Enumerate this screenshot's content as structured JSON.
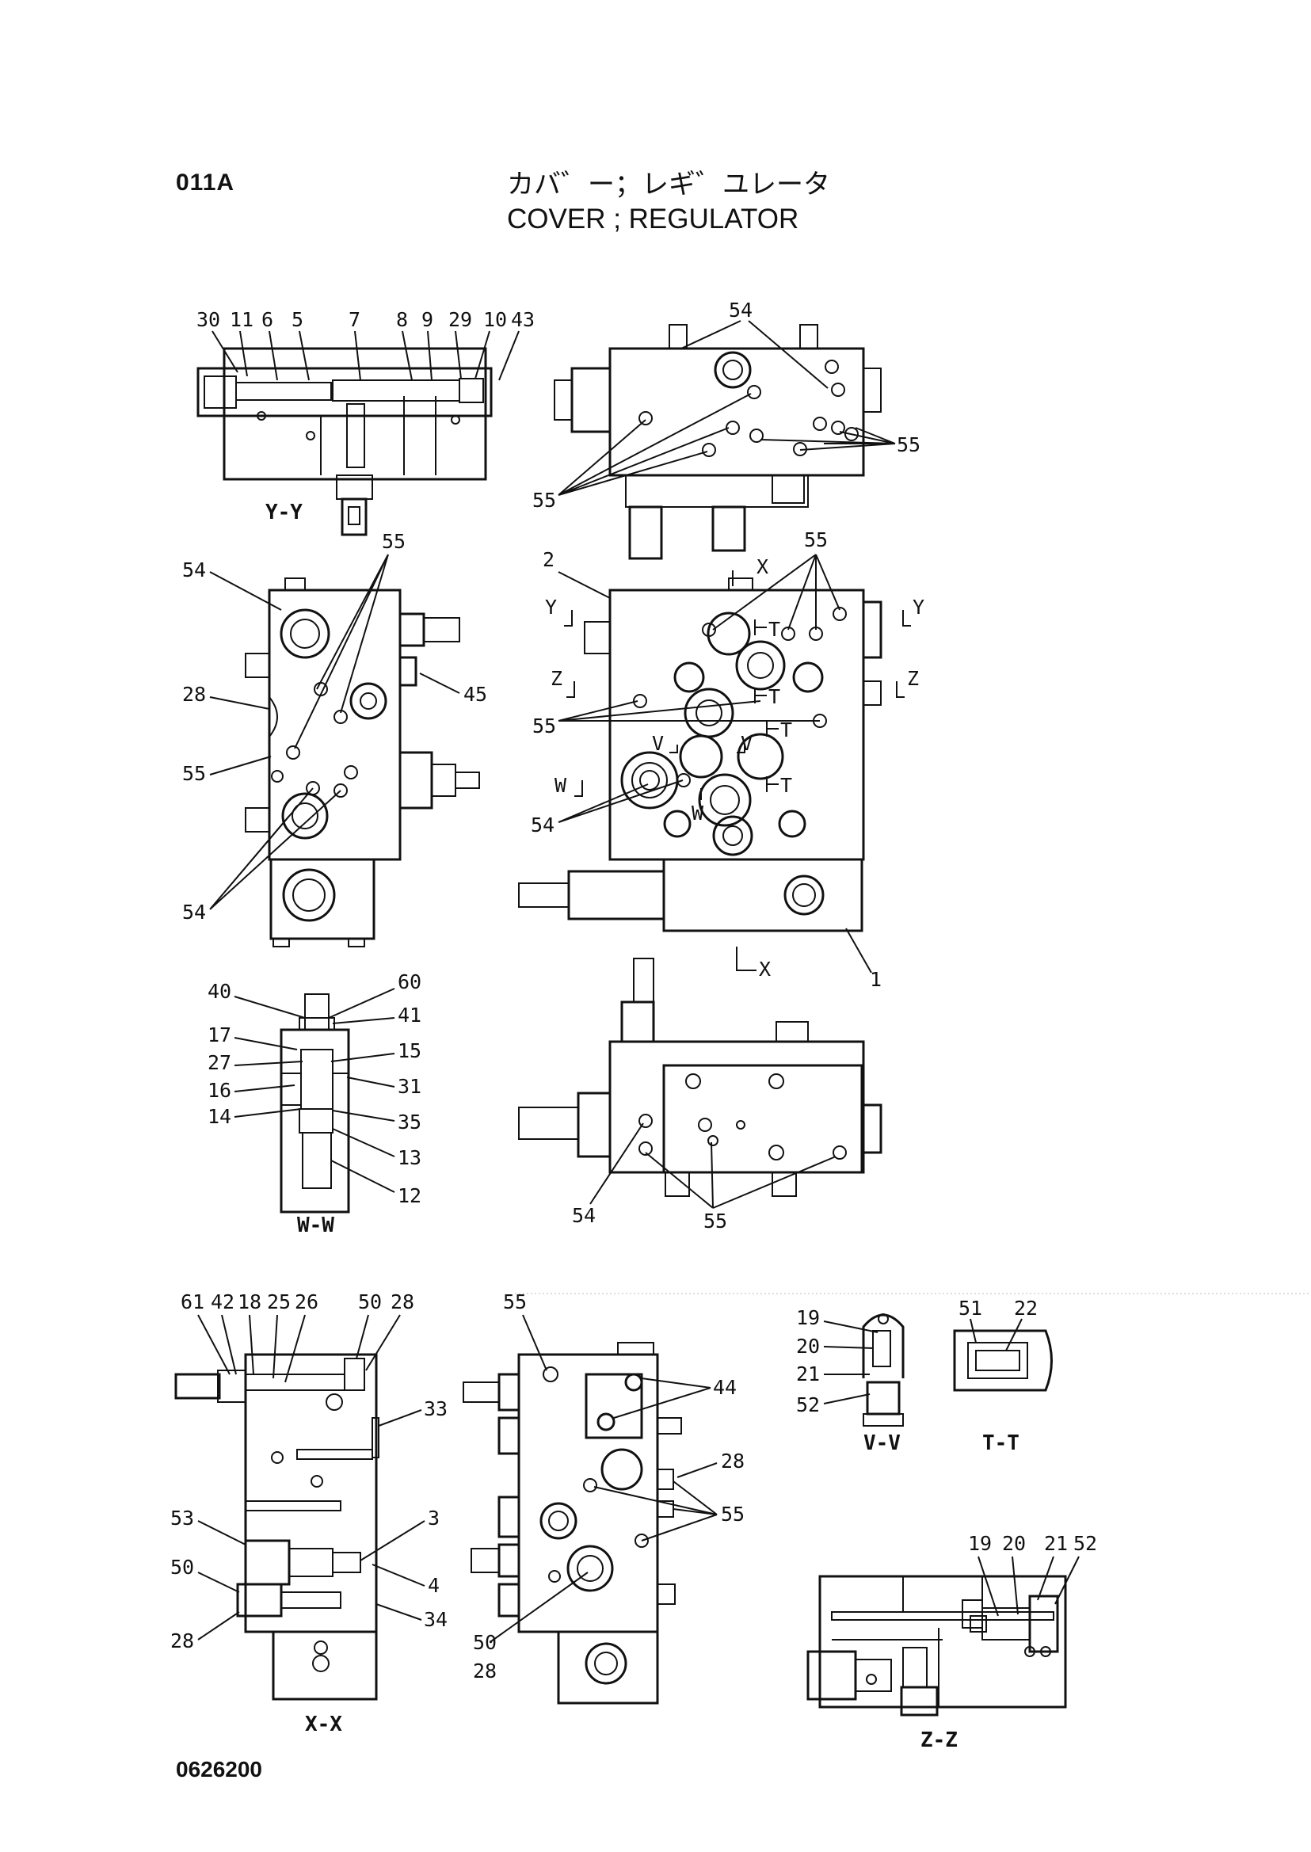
{
  "header": {
    "code": "011A",
    "title_jp": "カバ゛ー；レギ゛ユレータ",
    "title_en": "COVER ; REGULATOR"
  },
  "footer": {
    "doc_no": "0626200"
  },
  "views": {
    "yy": "Y-Y",
    "ww": "W-W",
    "xx": "X-X",
    "vv": "V-V",
    "tt": "T-T",
    "zz": "Z-Z"
  },
  "labels": {
    "yy": [
      "30",
      "11",
      "6",
      "5",
      "7",
      "8",
      "9",
      "29",
      "10",
      "43"
    ],
    "top": [
      "54",
      "55",
      "55"
    ],
    "left": [
      "55",
      "54",
      "28",
      "45",
      "55",
      "54"
    ],
    "center": [
      "55",
      "2",
      "X",
      "Y",
      "Y",
      "Z",
      "Z",
      "T",
      "T",
      "T",
      "T",
      "V",
      "V",
      "W",
      "W",
      "55",
      "54",
      "X",
      "1"
    ],
    "ww": [
      "40",
      "60",
      "41",
      "17",
      "15",
      "27",
      "31",
      "16",
      "14",
      "35",
      "13",
      "12"
    ],
    "bottom_right": [
      "54",
      "55"
    ],
    "xx": [
      "61",
      "42",
      "18",
      "25",
      "26",
      "50",
      "28",
      "33",
      "53",
      "3",
      "50",
      "4",
      "34",
      "28"
    ],
    "mid_bottom": [
      "55",
      "44",
      "28",
      "55",
      "50",
      "28"
    ],
    "vv": [
      "19",
      "20",
      "21",
      "52"
    ],
    "tt": [
      "51",
      "22"
    ],
    "zz": [
      "19",
      "20",
      "21",
      "52"
    ]
  }
}
